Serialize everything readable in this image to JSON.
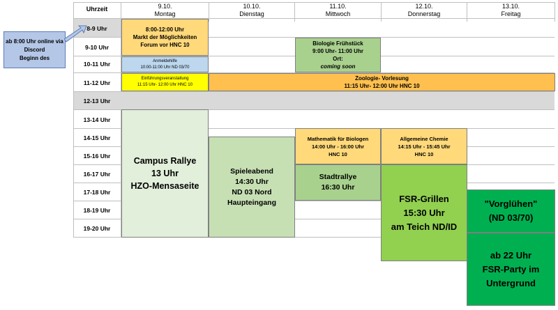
{
  "header": {
    "time_col": "Uhrzeit",
    "days": [
      {
        "date": "9.10.",
        "name": "Montag"
      },
      {
        "date": "10.10.",
        "name": "Dienstag"
      },
      {
        "date": "11.10.",
        "name": "Mittwoch"
      },
      {
        "date": "12.10.",
        "name": "Donnerstag"
      },
      {
        "date": "13.10.",
        "name": "Freitag"
      }
    ]
  },
  "times": [
    "8-9 Uhr",
    "9-10 Uhr",
    "10-11 Uhr",
    "11-12 Uhr",
    "12-13 Uhr",
    "13-14 Uhr",
    "14-15 Uhr",
    "15-16 Uhr",
    "16-17 Uhr",
    "17-18 Uhr",
    "18-19 Uhr",
    "19-20 Uhr"
  ],
  "callout": {
    "line1": "ab 8:00 Uhr online via",
    "line2": "Discord",
    "line3": "Beginn des"
  },
  "events": {
    "markt": {
      "l1": "8:00-12:00 Uhr",
      "l2": "Markt der Möglichkeiten",
      "l3": "Forum vor HNC 10"
    },
    "anmelde": {
      "l1": "Anmeldehilfe",
      "l2": "10:00-11:00 Uhr ND 03/70"
    },
    "einfuehrung": {
      "l1": "Einführungsveranstaltung",
      "l2": "11:15 Uhr- 12:00 Uhr  HNC 10"
    },
    "zoologie": {
      "l1": "Zoologie- Vorlesung",
      "l2": "11:15 Uhr- 12:00 Uhr HNC 10"
    },
    "biologie": {
      "l1": "Biologie Frühstück",
      "l2": "9:00 Uhr- 11:00 Uhr",
      "l3_prefix": "Ort: ",
      "l3_em": "coming soon"
    },
    "rallye": {
      "l1": "Campus Rallye",
      "l2": "13 Uhr",
      "l3": "HZO-Mensaseite"
    },
    "spieleabend": {
      "l1": "Spieleabend",
      "l2": "14:30 Uhr",
      "l3": "ND 03 Nord",
      "l4": "Haupteingang"
    },
    "mathe": {
      "l1": "Mathematik für Biologen",
      "l2": "14:00 Uhr - 16:00 Uhr",
      "l3": "HNC 10"
    },
    "stadtrallye": {
      "l1": "Stadtrallye",
      "l2": "16:30 Uhr"
    },
    "chemie": {
      "l1": "Allgemeine Chemie",
      "l2": "14:15 Uhr - 15:45 Uhr",
      "l3": "HNC 10"
    },
    "grillen": {
      "l1": "FSR-Grillen",
      "l2": "15:30 Uhr",
      "l3": "am Teich ND/ID"
    },
    "vorgluehen": {
      "l1": "\"Vorglühen\"",
      "l2": "(ND 03/70)"
    },
    "party": {
      "l1": "ab 22 Uhr",
      "l2": "FSR-Party im",
      "l3": "Untergrund"
    }
  }
}
